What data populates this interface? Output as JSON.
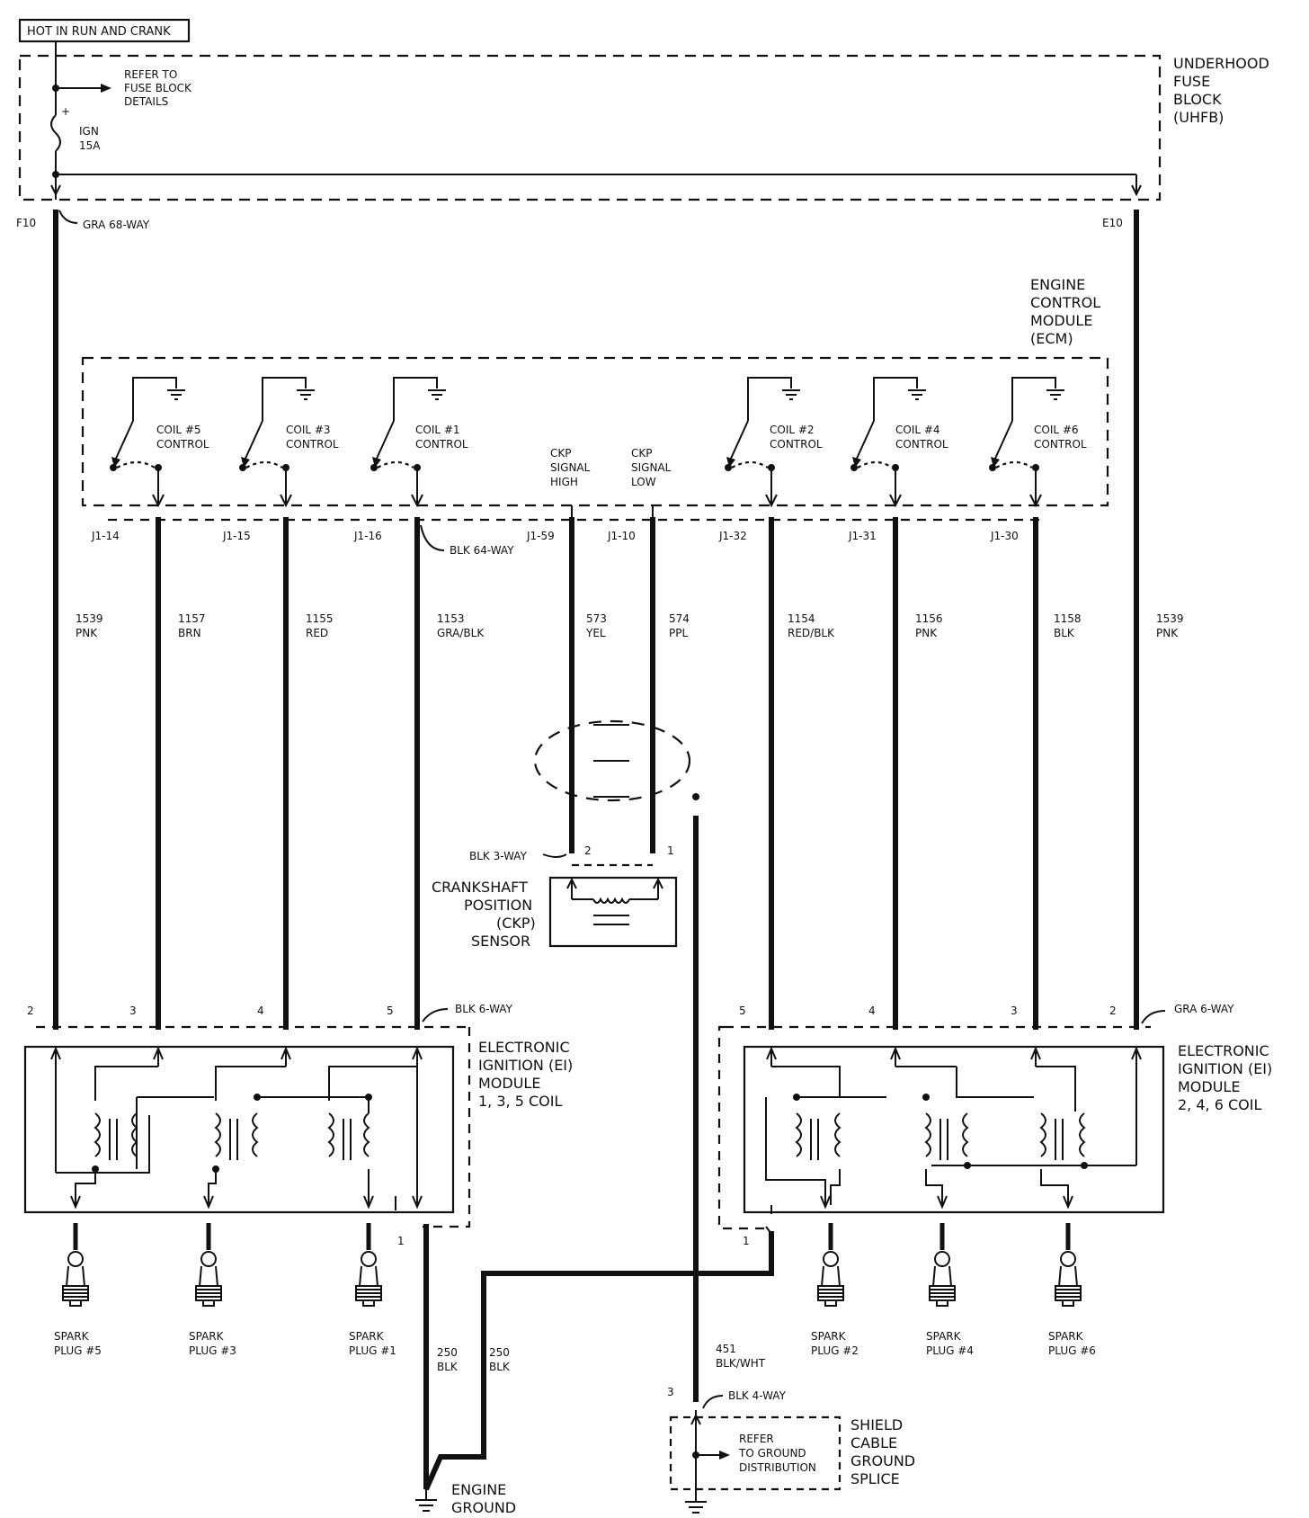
{
  "header": {
    "power_label": "HOT IN RUN AND CRANK"
  },
  "fuse_block": {
    "title": [
      "UNDERHOOD",
      "FUSE",
      "BLOCK",
      "(UHFB)"
    ],
    "refer_note": [
      "REFER TO",
      "FUSE BLOCK",
      "DETAILS"
    ],
    "fuse_name": "IGN",
    "fuse_rating": "15A",
    "fuse_pol": "+",
    "pin_left": "F10",
    "pin_right": "E10",
    "connector": "GRA 68-WAY"
  },
  "ecm": {
    "title": [
      "ENGINE",
      "CONTROL",
      "MODULE",
      "(ECM)"
    ],
    "controls": [
      {
        "id": "c5",
        "line1": "COIL #5",
        "line2": "CONTROL"
      },
      {
        "id": "c3",
        "line1": "COIL #3",
        "line2": "CONTROL"
      },
      {
        "id": "c1",
        "line1": "COIL #1",
        "line2": "CONTROL"
      },
      {
        "id": "c2",
        "line1": "COIL #2",
        "line2": "CONTROL"
      },
      {
        "id": "c4",
        "line1": "COIL #4",
        "line2": "CONTROL"
      },
      {
        "id": "c6",
        "line1": "COIL #6",
        "line2": "CONTROL"
      }
    ],
    "ckp_high": [
      "CKP",
      "SIGNAL",
      "HIGH"
    ],
    "ckp_low": [
      "CKP",
      "SIGNAL",
      "LOW"
    ],
    "connector": "BLK 64-WAY",
    "pins": [
      "J1-14",
      "J1-15",
      "J1-16",
      "J1-59",
      "J1-10",
      "J1-32",
      "J1-31",
      "J1-30"
    ]
  },
  "wires": [
    {
      "id": "w1539l",
      "num": "1539",
      "color": "PNK"
    },
    {
      "id": "w1157",
      "num": "1157",
      "color": "BRN"
    },
    {
      "id": "w1155",
      "num": "1155",
      "color": "RED"
    },
    {
      "id": "w1153",
      "num": "1153",
      "color": "GRA/BLK"
    },
    {
      "id": "w573",
      "num": "573",
      "color": "YEL"
    },
    {
      "id": "w574",
      "num": "574",
      "color": "PPL"
    },
    {
      "id": "w1154",
      "num": "1154",
      "color": "RED/BLK"
    },
    {
      "id": "w1156",
      "num": "1156",
      "color": "PNK"
    },
    {
      "id": "w1158",
      "num": "1158",
      "color": "BLK"
    },
    {
      "id": "w1539r",
      "num": "1539",
      "color": "PNK"
    }
  ],
  "ckp_sensor": {
    "connector": "BLK 3-WAY",
    "pin_a": "2",
    "pin_b": "1",
    "title": [
      "CRANKSHAFT",
      "POSITION",
      "(CKP)",
      "SENSOR"
    ]
  },
  "ei_left": {
    "connector": "BLK 6-WAY",
    "pins": [
      "2",
      "3",
      "4",
      "5"
    ],
    "title": [
      "ELECTRONIC",
      "IGNITION (EI)",
      "MODULE",
      "1, 3, 5 COIL"
    ],
    "ground_pin": "1"
  },
  "ei_right": {
    "connector": "GRA 6-WAY",
    "pins": [
      "5",
      "4",
      "3",
      "2"
    ],
    "title": [
      "ELECTRONIC",
      "IGNITION (EI)",
      "MODULE",
      "2, 4, 6 COIL"
    ],
    "ground_pin": "1"
  },
  "spark_plugs": [
    {
      "line1": "SPARK",
      "line2": "PLUG #5"
    },
    {
      "line1": "SPARK",
      "line2": "PLUG #3"
    },
    {
      "line1": "SPARK",
      "line2": "PLUG #1"
    },
    {
      "line1": "SPARK",
      "line2": "PLUG #2"
    },
    {
      "line1": "SPARK",
      "line2": "PLUG #4"
    },
    {
      "line1": "SPARK",
      "line2": "PLUG #6"
    }
  ],
  "grounds": {
    "wire_a": {
      "num": "250",
      "color": "BLK"
    },
    "wire_b": {
      "num": "250",
      "color": "BLK"
    },
    "engine_ground": [
      "ENGINE",
      "GROUND"
    ],
    "shield_wire": {
      "num": "451",
      "color": "BLK/WHT"
    },
    "shield_conn_pin": "3",
    "shield_connector": "BLK 4-WAY",
    "shield_splice": [
      "SHIELD",
      "CABLE",
      "GROUND",
      "SPLICE"
    ],
    "refer_note": [
      "REFER",
      "TO GROUND",
      "DISTRIBUTION"
    ]
  }
}
